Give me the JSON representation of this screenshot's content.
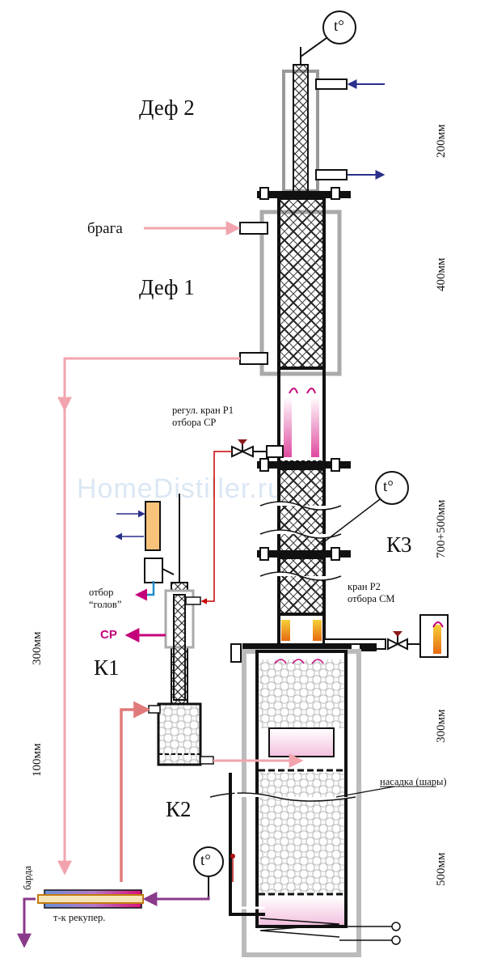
{
  "labels": {
    "def2": "Деф 2",
    "def1": "Деф 1",
    "braga": "брага",
    "reg_line1": "регул. кран Р1",
    "reg_line2": "отбора  СР",
    "otbor1": "отбор",
    "otbor2": "“голов”",
    "sr": "СР",
    "k1": "К1",
    "k2": "К2",
    "k3": "К3",
    "kran_p2_1": "кран Р2",
    "kran_p2_2": "отбора СМ",
    "nasadka": "насадка (шары)",
    "barda": "барда",
    "rekuper": "т-к рекупер.",
    "temp": "t°"
  },
  "dimensions": {
    "d200": "200мм",
    "d400": "400мм",
    "d700": "700+500мм",
    "d300_right": "300мм",
    "d500": "500мм",
    "d300_left": "300мм",
    "d100_left": "100мм"
  },
  "watermark": "HomeDistiller.ru",
  "colors": {
    "column": "#111111",
    "pipe_pink": "#f2a4ae",
    "pipe_red": "#e07a7a",
    "coolant_in": "#2a2f8c",
    "sr_magenta": "#c4007a",
    "heads_blue": "#1f8ec9",
    "heater_orange": "#f0a020"
  }
}
